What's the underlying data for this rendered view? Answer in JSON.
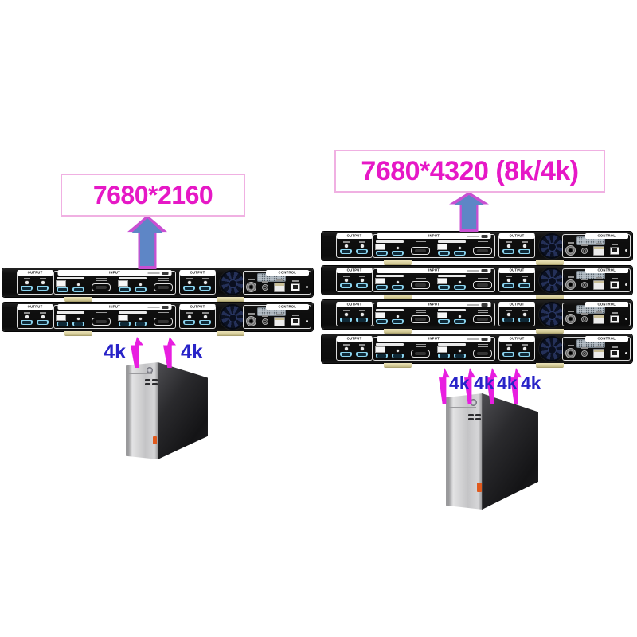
{
  "diagram": {
    "left_setup": {
      "resolution_label": "7680*2160",
      "device_count": 2,
      "source_inputs": [
        "4k",
        "4k"
      ]
    },
    "right_setup": {
      "resolution_label": "7680*4320 (8k/4k)",
      "device_count": 4,
      "source_inputs": [
        "4k",
        "4k",
        "4k",
        "4k"
      ]
    },
    "device_panel": {
      "output_left_label": "OUTPUT",
      "input_label": "INPUT",
      "output_right_label": "OUTPUT",
      "control_label": "CONTROL"
    },
    "colors": {
      "resolution_text": "#e618c6",
      "label_box_border": "#f0b0e2",
      "big_arrow_fill": "#5e86c6",
      "big_arrow_outline": "#c94fd2",
      "source_arrow": "#e81ee0",
      "source_text": "#2823c8",
      "hdmi_port": "#8bd4ef",
      "rack_feet": "#d8d0a0",
      "pc_badge": "#e05a1e"
    }
  }
}
